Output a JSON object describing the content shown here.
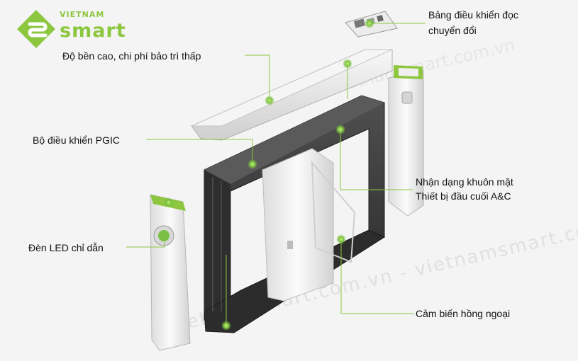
{
  "logo": {
    "top_text": "VIETNAM",
    "main_text": "smart",
    "brand_color": "#8dc63f"
  },
  "callouts": {
    "reader_panel_line1": "Bảng điều khiển đọc",
    "reader_panel_line2": "chuyển đổi",
    "durability": "Độ bền cao, chi phí bảo trì thấp",
    "pgic_controller": "Bộ điều khiển PGIC",
    "face_recognition": "Nhận dạng khuôn mặt",
    "ac_terminal": "Thiết bị đầu cuối A&C",
    "led_indicator": "Đèn LED chỉ dẫn",
    "ir_sensor": "Cảm biến hồng ngoại"
  },
  "watermark": {
    "text1": "vietnamsmart.com.vn - vietnamsmart.com.vn",
    "text2": "vietnamsmart.com.vn"
  },
  "colors": {
    "accent": "#8dc63f",
    "marker": "#7ac143",
    "frame": "#3a3a3a",
    "panel": "#f7f7f7"
  }
}
